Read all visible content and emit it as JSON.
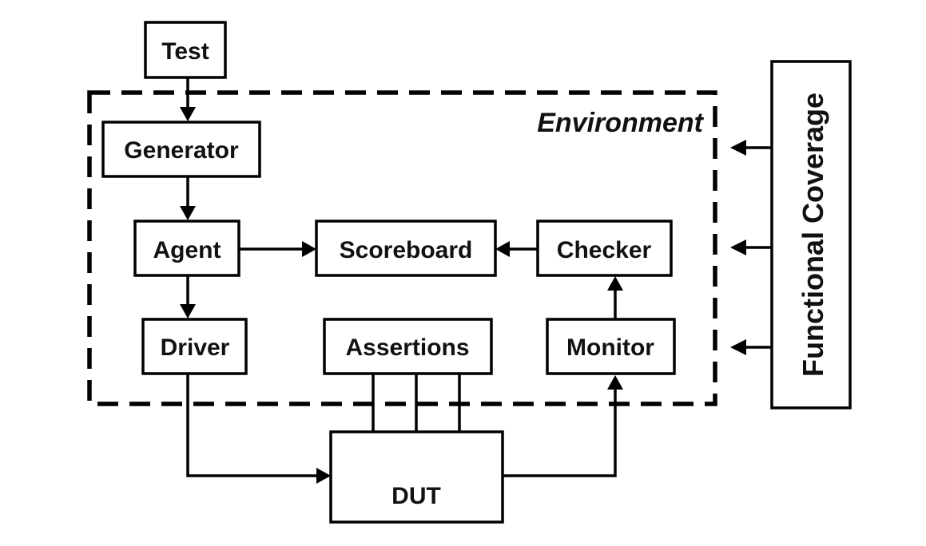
{
  "diagram": {
    "environment_label": "Environment",
    "nodes": {
      "test": "Test",
      "generator": "Generator",
      "agent": "Agent",
      "scoreboard": "Scoreboard",
      "checker": "Checker",
      "driver": "Driver",
      "assertions": "Assertions",
      "monitor": "Monitor",
      "dut": "DUT",
      "functional_coverage": "Functional Coverage"
    },
    "edges": [
      {
        "from": "Test",
        "to": "Generator"
      },
      {
        "from": "Generator",
        "to": "Agent"
      },
      {
        "from": "Agent",
        "to": "Scoreboard"
      },
      {
        "from": "Checker",
        "to": "Scoreboard"
      },
      {
        "from": "Agent",
        "to": "Driver"
      },
      {
        "from": "Monitor",
        "to": "Checker"
      },
      {
        "from": "Driver",
        "to": "DUT"
      },
      {
        "from": "Assertions",
        "to": "DUT"
      },
      {
        "from": "DUT",
        "to": "Monitor"
      },
      {
        "from": "Functional Coverage",
        "to": "Environment"
      }
    ]
  }
}
